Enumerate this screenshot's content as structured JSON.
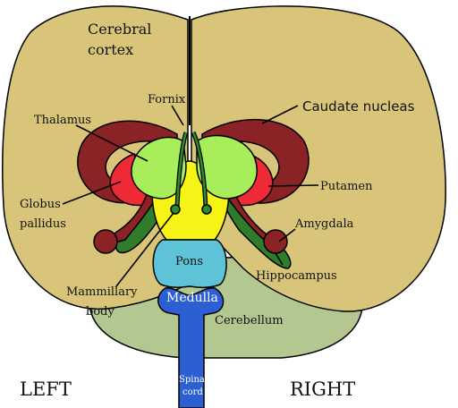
{
  "labels": {
    "cerebral_cortex_line1": "Cerebral",
    "cerebral_cortex_line2": "cortex",
    "fornix": "Fornix",
    "thalamus": "Thalamus",
    "caudate": "Caudate nucleas",
    "putamen": "Putamen",
    "globus_line1": "Globus",
    "globus_line2": "pallidus",
    "amygdala": "Amygdala",
    "pons": "Pons",
    "hippocampus": "Hippocampus",
    "mammillary_line1": "Mammillary",
    "mammillary_line2": "body",
    "medulla": "Medulla",
    "cerebellum": "Cerebellum",
    "spinal_line1": "Spinal",
    "spinal_line2": "cord",
    "left": "LEFT",
    "right": "RIGHT"
  },
  "colors": {
    "cortex": "#d9c57a",
    "cerebellum": "#b3c791",
    "caudate": "#8b2226",
    "putamen": "#ee2a36",
    "thalamus": "#a8ee5a",
    "hypothalamus": "#f6f317",
    "pons": "#5ec3d6",
    "medulla": "#2c5fd2",
    "hippocampus": "#2f7d2a",
    "fornix": "#2e8b2e"
  }
}
